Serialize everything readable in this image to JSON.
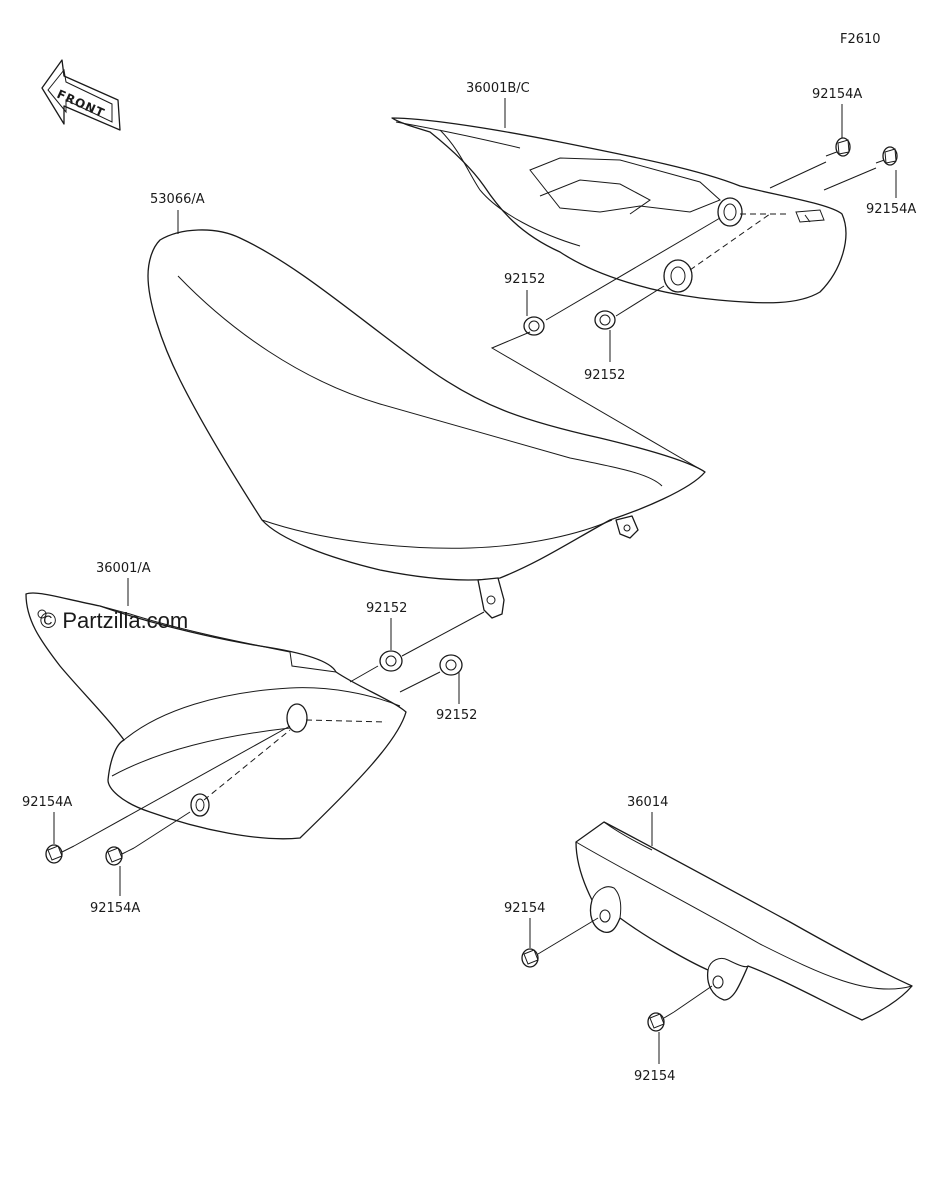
{
  "diagram_code": "F2610",
  "front_arrow": "FRONT",
  "watermark": "© Partzilla.com",
  "parts": {
    "rear_cover": "36001B/C",
    "seat": "53066/A",
    "side_cover": "36001/A",
    "chain_guard": "36014"
  },
  "fasteners": {
    "bolt_rear_left": "92154A",
    "bolt_rear_right": "92154A",
    "collar_rear_left": "92152",
    "collar_rear_right": "92152",
    "collar_side_left": "92152",
    "collar_side_right": "92152",
    "bolt_side_left": "92154A",
    "bolt_side_right": "92154A",
    "bolt_chain_top": "92154",
    "bolt_chain_bottom": "92154"
  }
}
